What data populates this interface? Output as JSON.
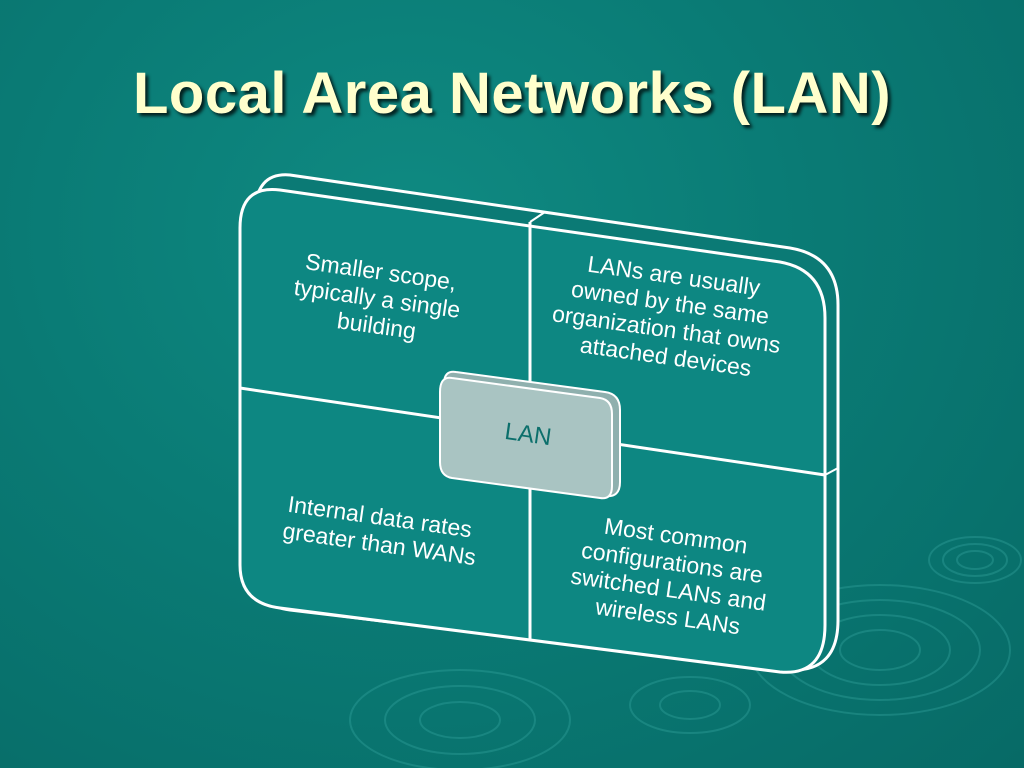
{
  "slide": {
    "title": "Local Area Networks (LAN)"
  },
  "diagram": {
    "center_label": "LAN",
    "quadrants": {
      "top_left": [
        "Smaller scope,",
        "typically a single",
        "building"
      ],
      "top_right": [
        "LANs are usually",
        "owned by the same",
        "organization that owns",
        "attached devices"
      ],
      "bottom_left": [
        "Internal data rates",
        "greater than WANs"
      ],
      "bottom_right": [
        "Most common",
        "configurations are",
        "switched LANs and",
        "wireless LANs"
      ]
    }
  },
  "colors": {
    "background": "#0a7b75",
    "panel": "#0d8782",
    "title": "#ffffcc",
    "center_box": "#a9c4c2"
  }
}
